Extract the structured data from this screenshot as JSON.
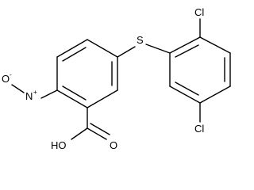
{
  "molecule": {
    "atoms": {
      "sulfur": "S",
      "chlorine_top": "Cl",
      "chlorine_bottom": "Cl",
      "nitro_oxygen": "O",
      "nitro_minus": "-",
      "nitro_nitrogen": "N",
      "nitro_plus": "+",
      "hydroxyl": "HO",
      "carbonyl_oxygen": "O"
    },
    "colors": {
      "line": "#000000",
      "background": "#ffffff"
    }
  }
}
